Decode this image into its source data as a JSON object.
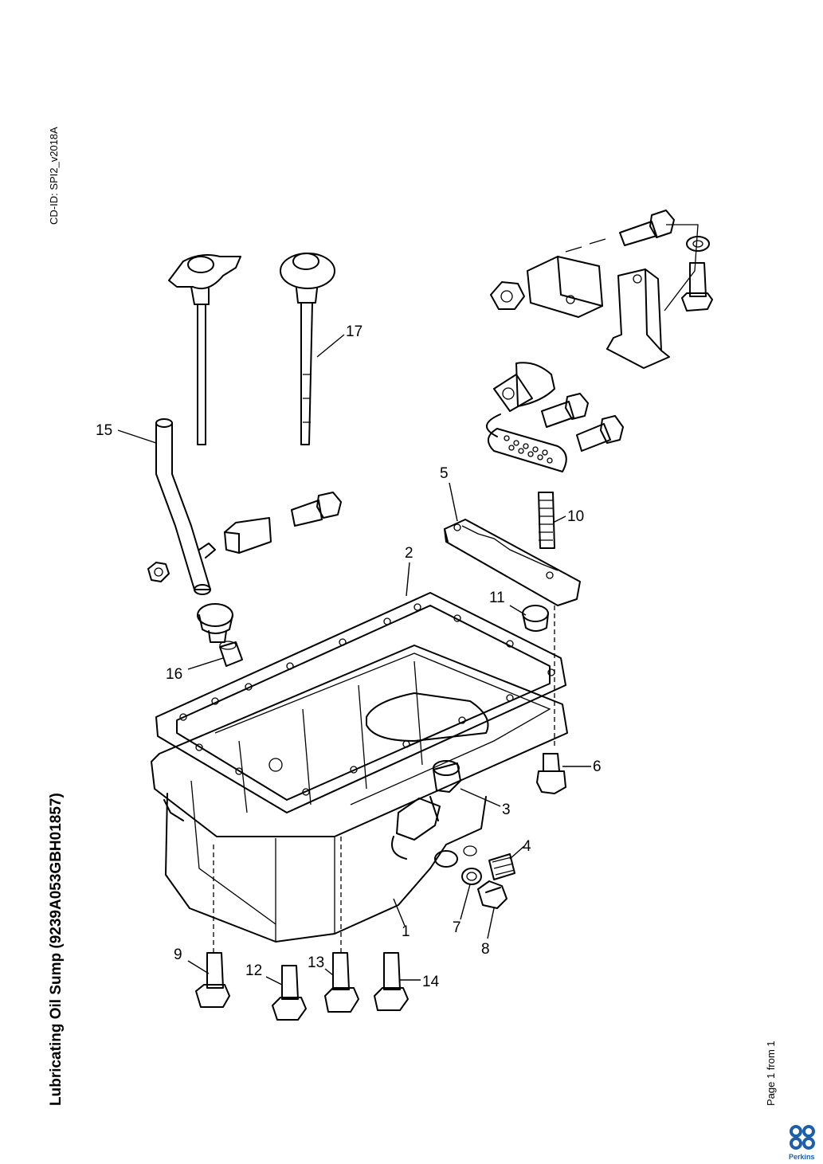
{
  "document": {
    "title": "Lubricating Oil Sump (9239A053GBH01857)",
    "cd_id": "CD-ID: SPI2_v2018A",
    "page": "Page 1 from 1",
    "brand": "Perkins"
  },
  "colors": {
    "ink": "#000000",
    "brand": "#1d5fa8"
  },
  "callouts": [
    "1",
    "2",
    "3",
    "4",
    "5",
    "6",
    "7",
    "8",
    "9",
    "10",
    "11",
    "12",
    "13",
    "14",
    "15",
    "16",
    "17"
  ]
}
